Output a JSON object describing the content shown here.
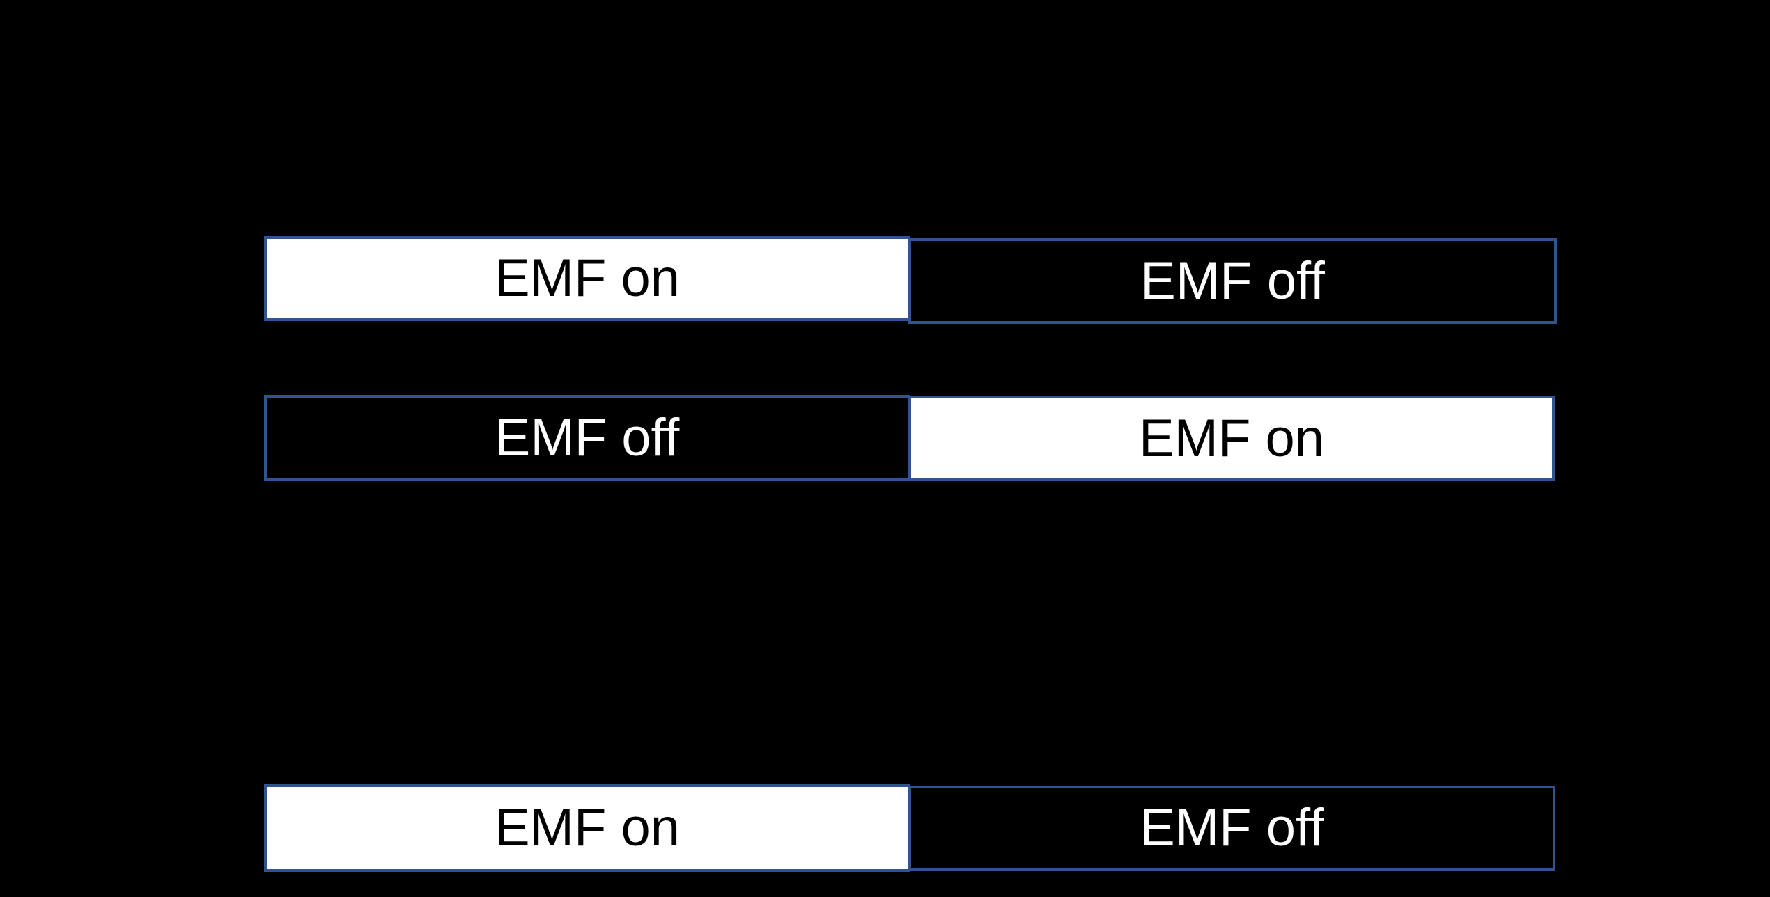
{
  "figure": {
    "background_color": "#000000",
    "border_color": "#2F5490",
    "variants": {
      "light": {
        "background": "#FFFFFF",
        "text": "#000000"
      },
      "dark": {
        "background": "#000000",
        "text": "#FFFFFF"
      }
    },
    "rows": [
      {
        "segments": [
          {
            "label": "EMF on",
            "variant": "light"
          },
          {
            "label": "EMF off",
            "variant": "dark"
          }
        ]
      },
      {
        "segments": [
          {
            "label": "EMF off",
            "variant": "dark"
          },
          {
            "label": "EMF on",
            "variant": "light"
          }
        ]
      },
      {
        "segments": [
          {
            "label": "EMF on",
            "variant": "light"
          },
          {
            "label": "EMF off",
            "variant": "dark"
          }
        ]
      }
    ]
  }
}
